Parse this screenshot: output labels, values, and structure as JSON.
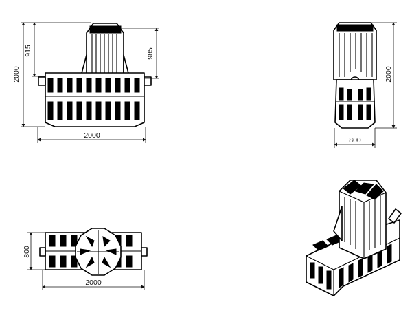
{
  "views": {
    "front": {
      "width_label": "2000",
      "height_label": "2000",
      "neck_label_left": "915",
      "neck_label_right": "985"
    },
    "side": {
      "width_label": "800",
      "height_label": "2000"
    },
    "top": {
      "width_label": "2000",
      "depth_label": "800"
    },
    "isometric": {}
  }
}
